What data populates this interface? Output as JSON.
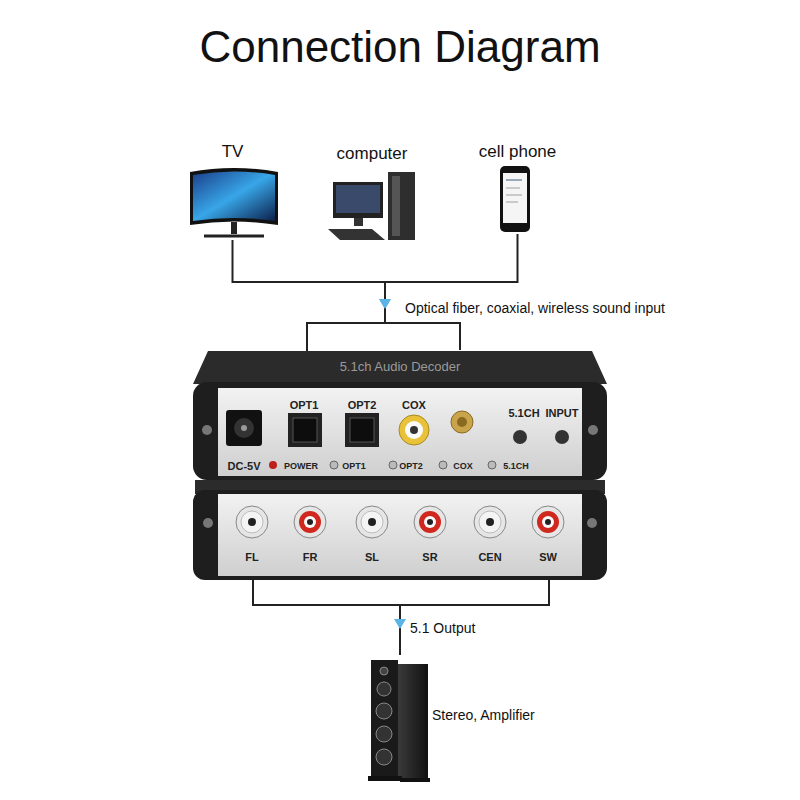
{
  "diagram": {
    "title": "Connection Diagram",
    "nodes": [
      {
        "text": [
          "TV"
        ]
      },
      {
        "text": [
          "computer"
        ]
      },
      {
        "text": [
          "cell phone"
        ]
      },
      {
        "text": [
          "5.1ch Audio Decoder"
        ]
      },
      {
        "text": [
          "Stereo, Amplifier"
        ]
      }
    ],
    "edges": [
      {
        "from": 0,
        "to": 3,
        "arrow": "to",
        "label": "Optical fiber, coaxial, wireless sound input"
      },
      {
        "from": 2,
        "to": 3,
        "arrow": "to"
      },
      {
        "from": 3,
        "to": 4,
        "arrow": "to",
        "label": "5.1 Output"
      }
    ],
    "labels": [
      "DC-5V",
      "OPT1",
      "OPT2",
      "COX",
      "5.1CH",
      "INPUT",
      "POWER",
      "OPT1",
      "OPT2",
      "COX",
      "5.1CH",
      "FL",
      "FR",
      "SL",
      "SR",
      "CEN",
      "SW"
    ]
  }
}
